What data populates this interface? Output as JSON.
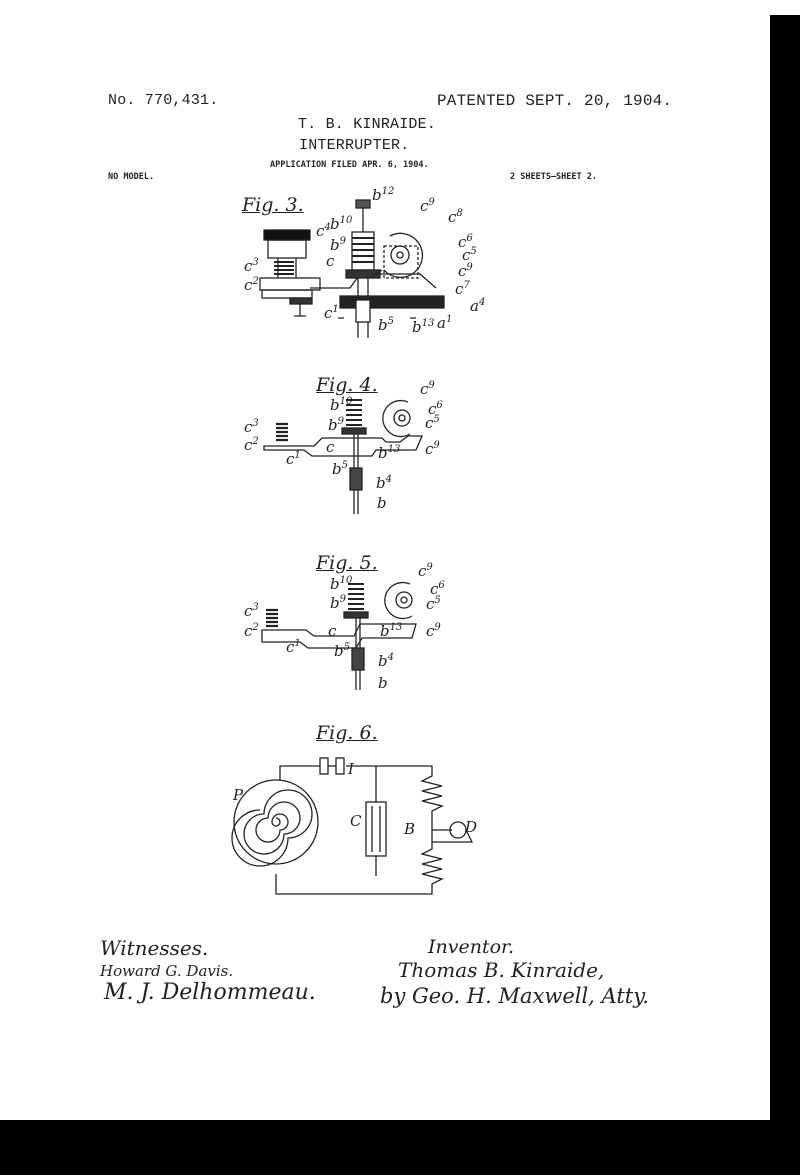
{
  "header": {
    "patent_number": "No. 770,431.",
    "patented_date": "PATENTED SEPT. 20, 1904.",
    "inventor_name": "T. B. KINRAIDE.",
    "title": "INTERRUPTER.",
    "application": "APPLICATION FILED APR. 6, 1904.",
    "model": "NO MODEL.",
    "sheets": "2 SHEETS—SHEET 2."
  },
  "figures": [
    {
      "name": "Fig. 3.",
      "labels": [
        "b12",
        "c9",
        "c8",
        "b10",
        "c4",
        "b9",
        "c6",
        "c5",
        "c",
        "c3",
        "c9",
        "c2",
        "c7",
        "a4",
        "c1",
        "b5",
        "b13",
        "a1"
      ]
    },
    {
      "name": "Fig. 4.",
      "labels": [
        "c9",
        "b10",
        "c6",
        "c5",
        "b9",
        "c3",
        "c2",
        "c",
        "b13",
        "c9",
        "c1",
        "b5",
        "b4",
        "b"
      ]
    },
    {
      "name": "Fig. 5.",
      "labels": [
        "c9",
        "b10",
        "c6",
        "b9",
        "c5",
        "c3",
        "c2",
        "c",
        "b13",
        "c9",
        "c1",
        "b5",
        "b4",
        "b"
      ]
    },
    {
      "name": "Fig. 6.",
      "labels": [
        "I",
        "P",
        "C",
        "B",
        "D"
      ]
    }
  ],
  "footer": {
    "witnesses_heading": "Witnesses.",
    "witness_1": "Howard G. Davis.",
    "witness_2": "M. J. Delhommeau.",
    "inventor_heading": "Inventor.",
    "inventor_signature": "Thomas B. Kinraide,",
    "attorney_signature": "by Geo. H. Maxwell, Atty."
  }
}
